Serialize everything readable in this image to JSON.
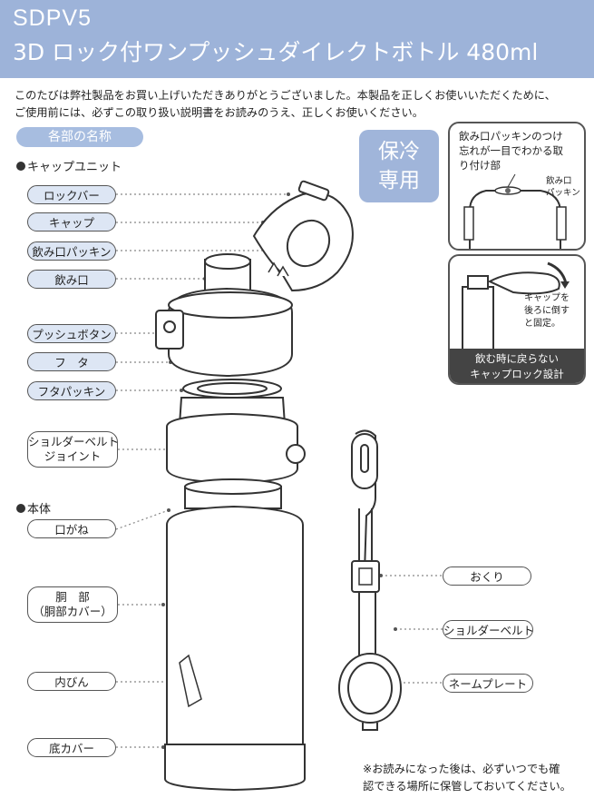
{
  "header": {
    "model": "SDPV5",
    "product": "3D ロック付ワンプッシュダイレクトボトル 480ml"
  },
  "intro": {
    "line1": "このたびは弊社製品をお買い上げいただきありがとうございました。本製品を正しくお使いいただくために、",
    "line2": "ご使用前には、必ずこの取り扱い説明書をお読みのうえ、正しくお使いください。"
  },
  "section_title": "各部の名称",
  "cap_unit": {
    "title": "キャップユニット",
    "labels": [
      "ロックバー",
      "キャップ",
      "飲み口パッキン",
      "飲み口",
      "プッシュボタン",
      "フ　タ",
      "フタパッキン"
    ]
  },
  "shoulder_joint": {
    "line1": "ショルダーベルト",
    "line2": "ジョイント"
  },
  "body": {
    "title": "本体",
    "mouth_ring": "口がね",
    "barrel_line1": "胴　部",
    "barrel_line2": "（胴部カバー）",
    "inner_bottle": "内びん",
    "bottom_cover": "底カバー"
  },
  "strap": {
    "okuri": "おくり",
    "belt": "ショルダーベルト",
    "nameplate": "ネームプレート"
  },
  "cold_badge": {
    "line1": "保冷",
    "line2": "専用"
  },
  "panel1": {
    "line1": "飲み口パッキンのつけ",
    "line2": "忘れが一目でわかる取",
    "line3": "り付け部",
    "sub1": "飲み口",
    "sub2": "パッキン"
  },
  "panel2": {
    "note1": "キャップを",
    "note2": "後ろに倒す",
    "note3": "と固定。",
    "cap1": "飲む時に戻らない",
    "cap2": "キャップロック設計"
  },
  "footnote": {
    "line1": "※お読みになった後は、必ずいつでも確",
    "line2": "認できる場所に保管しておいてください。"
  }
}
